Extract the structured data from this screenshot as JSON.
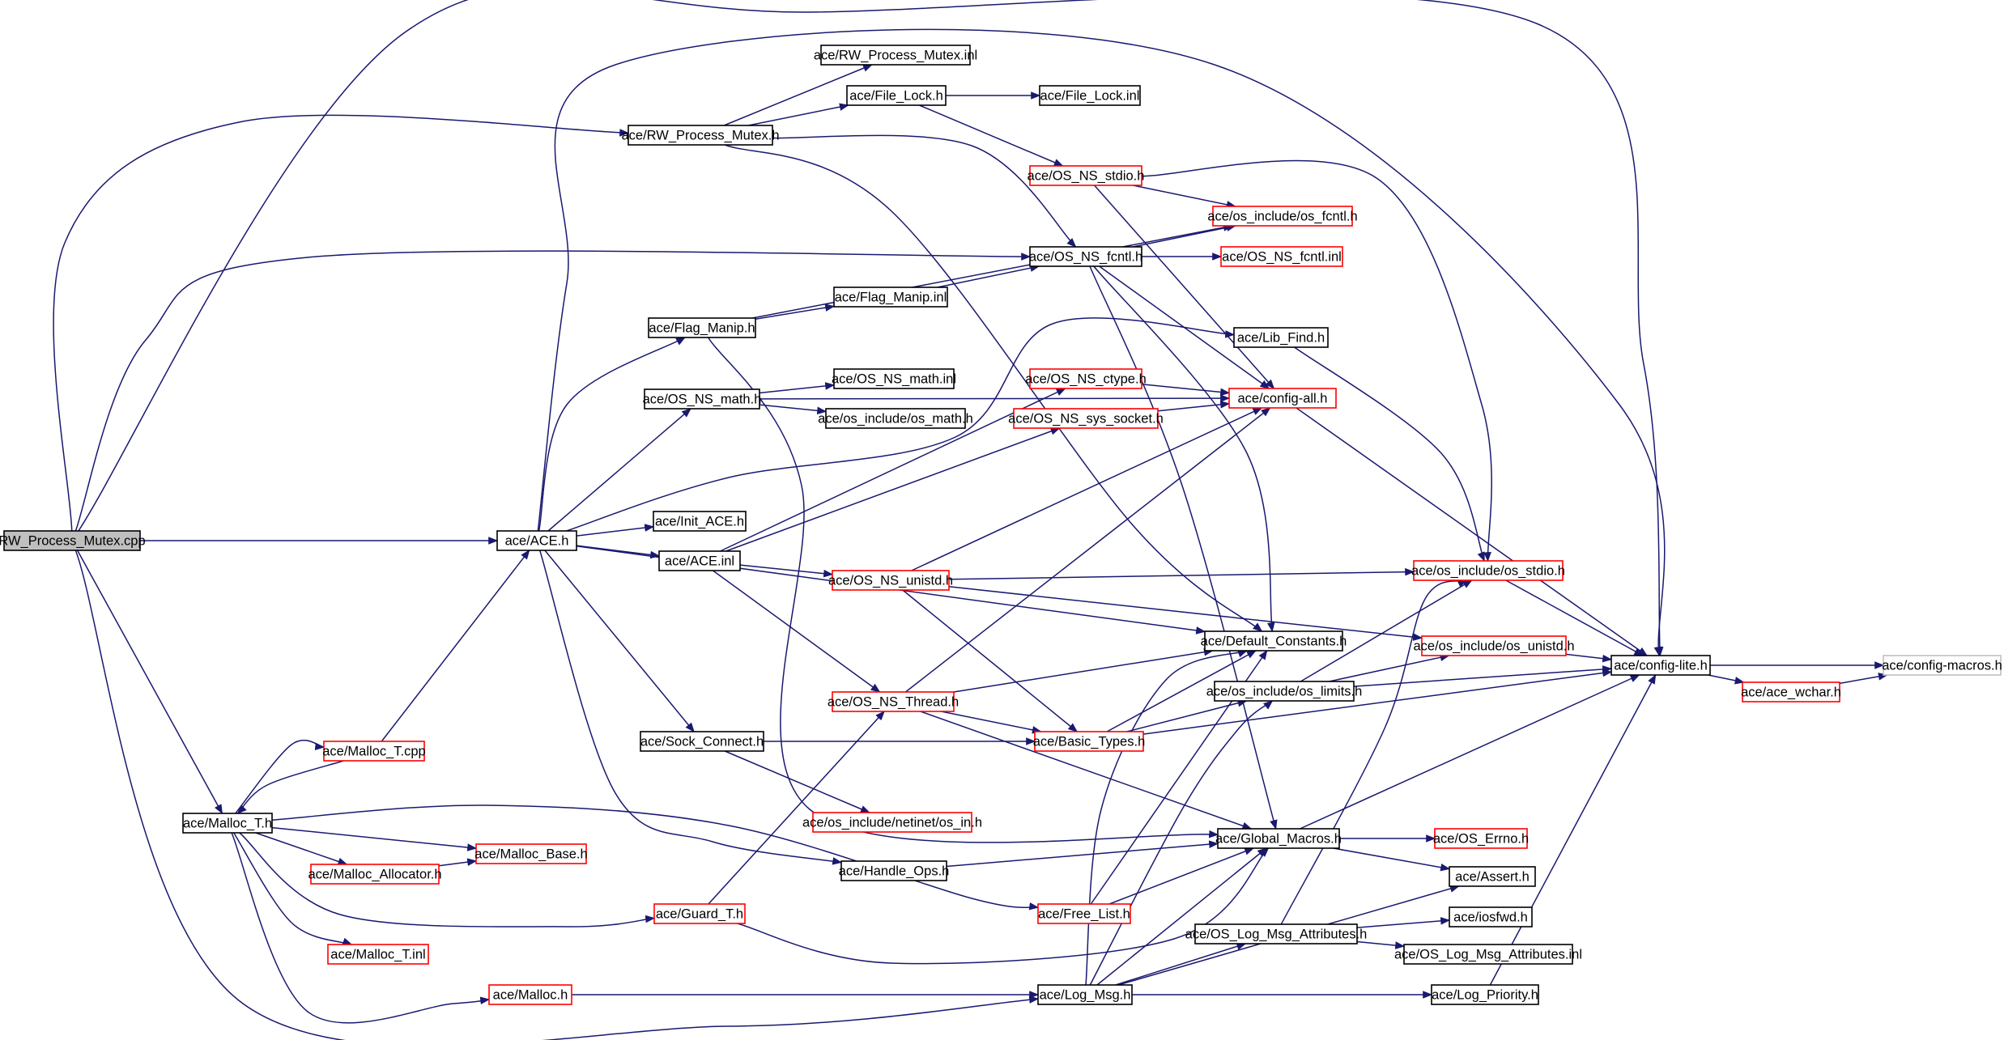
{
  "colors": {
    "edge": "#191970",
    "border_default": "#000000",
    "border_incomplete": "#ff0000",
    "border_external": "#bfbfbf",
    "root_fill": "#bfbfbf",
    "node_fill": "#ffffff"
  },
  "nodes": [
    {
      "id": "root",
      "label": "RW_Process_Mutex.cpp",
      "kind": "root"
    },
    {
      "id": "rwpm_h",
      "label": "ace/RW_Process_Mutex.h",
      "kind": "default"
    },
    {
      "id": "rwpm_inl",
      "label": "ace/RW_Process_Mutex.inl",
      "kind": "default"
    },
    {
      "id": "filelock_h",
      "label": "ace/File_Lock.h",
      "kind": "default"
    },
    {
      "id": "filelock_inl",
      "label": "ace/File_Lock.inl",
      "kind": "default"
    },
    {
      "id": "ns_stdio_h",
      "label": "ace/OS_NS_stdio.h",
      "kind": "incomplete"
    },
    {
      "id": "inc_fcntl_h",
      "label": "ace/os_include/os_fcntl.h",
      "kind": "incomplete"
    },
    {
      "id": "ns_fcntl_h",
      "label": "ace/OS_NS_fcntl.h",
      "kind": "default"
    },
    {
      "id": "ns_fcntl_inl",
      "label": "ace/OS_NS_fcntl.inl",
      "kind": "incomplete"
    },
    {
      "id": "flagmanip_inl",
      "label": "ace/Flag_Manip.inl",
      "kind": "default"
    },
    {
      "id": "flagmanip_h",
      "label": "ace/Flag_Manip.h",
      "kind": "default"
    },
    {
      "id": "libfind_h",
      "label": "ace/Lib_Find.h",
      "kind": "default"
    },
    {
      "id": "ns_math_inl",
      "label": "ace/OS_NS_math.inl",
      "kind": "default"
    },
    {
      "id": "ns_ctype_h",
      "label": "ace/OS_NS_ctype.h",
      "kind": "incomplete"
    },
    {
      "id": "ns_math_h",
      "label": "ace/OS_NS_math.h",
      "kind": "default"
    },
    {
      "id": "configall_h",
      "label": "ace/config-all.h",
      "kind": "incomplete"
    },
    {
      "id": "inc_math_h",
      "label": "ace/os_include/os_math.h",
      "kind": "default"
    },
    {
      "id": "ns_syssocket_h",
      "label": "ace/OS_NS_sys_socket.h",
      "kind": "incomplete"
    },
    {
      "id": "initace_h",
      "label": "ace/Init_ACE.h",
      "kind": "default"
    },
    {
      "id": "ace_h",
      "label": "ace/ACE.h",
      "kind": "default"
    },
    {
      "id": "ace_inl",
      "label": "ace/ACE.inl",
      "kind": "default"
    },
    {
      "id": "inc_stdio_h",
      "label": "ace/os_include/os_stdio.h",
      "kind": "incomplete"
    },
    {
      "id": "ns_unistd_h",
      "label": "ace/OS_NS_unistd.h",
      "kind": "incomplete"
    },
    {
      "id": "defconst_h",
      "label": "ace/Default_Constants.h",
      "kind": "default"
    },
    {
      "id": "inc_unistd_h",
      "label": "ace/os_include/os_unistd.h",
      "kind": "incomplete"
    },
    {
      "id": "configlite_h",
      "label": "ace/config-lite.h",
      "kind": "default"
    },
    {
      "id": "configmacros_h",
      "label": "ace/config-macros.h",
      "kind": "external"
    },
    {
      "id": "inc_limits_h",
      "label": "ace/os_include/os_limits.h",
      "kind": "default"
    },
    {
      "id": "acewchar_h",
      "label": "ace/ace_wchar.h",
      "kind": "incomplete"
    },
    {
      "id": "ns_thread_h",
      "label": "ace/OS_NS_Thread.h",
      "kind": "incomplete"
    },
    {
      "id": "sockconnect_h",
      "label": "ace/Sock_Connect.h",
      "kind": "default"
    },
    {
      "id": "basictypes_h",
      "label": "ace/Basic_Types.h",
      "kind": "incomplete"
    },
    {
      "id": "malloct_cpp",
      "label": "ace/Malloc_T.cpp",
      "kind": "incomplete"
    },
    {
      "id": "inc_netinet_h",
      "label": "ace/os_include/netinet/os_in.h",
      "kind": "incomplete"
    },
    {
      "id": "malloct_h",
      "label": "ace/Malloc_T.h",
      "kind": "default"
    },
    {
      "id": "globalmacros_h",
      "label": "ace/Global_Macros.h",
      "kind": "default"
    },
    {
      "id": "oserrno_h",
      "label": "ace/OS_Errno.h",
      "kind": "incomplete"
    },
    {
      "id": "mallocbase_h",
      "label": "ace/Malloc_Base.h",
      "kind": "incomplete"
    },
    {
      "id": "mallocalloc_h",
      "label": "ace/Malloc_Allocator.h",
      "kind": "incomplete"
    },
    {
      "id": "handleops_h",
      "label": "ace/Handle_Ops.h",
      "kind": "default"
    },
    {
      "id": "assert_h",
      "label": "ace/Assert.h",
      "kind": "default"
    },
    {
      "id": "guardt_h",
      "label": "ace/Guard_T.h",
      "kind": "incomplete"
    },
    {
      "id": "freelist_h",
      "label": "ace/Free_List.h",
      "kind": "incomplete"
    },
    {
      "id": "iosfwd_h",
      "label": "ace/iosfwd.h",
      "kind": "default"
    },
    {
      "id": "logmsgattr_h",
      "label": "ace/OS_Log_Msg_Attributes.h",
      "kind": "default"
    },
    {
      "id": "malloct_inl",
      "label": "ace/Malloc_T.inl",
      "kind": "incomplete"
    },
    {
      "id": "logmsgattr_inl",
      "label": "ace/OS_Log_Msg_Attributes.inl",
      "kind": "default"
    },
    {
      "id": "malloc_h",
      "label": "ace/Malloc.h",
      "kind": "incomplete"
    },
    {
      "id": "logmsg_h",
      "label": "ace/Log_Msg.h",
      "kind": "default"
    },
    {
      "id": "logpriority_h",
      "label": "ace/Log_Priority.h",
      "kind": "default"
    }
  ],
  "edges": [
    {
      "from": "root",
      "to": "rwpm_h"
    },
    {
      "from": "root",
      "to": "configlite_h"
    },
    {
      "from": "root",
      "to": "ns_fcntl_h"
    },
    {
      "from": "root",
      "to": "ace_h"
    },
    {
      "from": "root",
      "to": "malloct_h"
    },
    {
      "from": "root",
      "to": "logmsg_h"
    },
    {
      "from": "rwpm_h",
      "to": "rwpm_inl"
    },
    {
      "from": "rwpm_h",
      "to": "filelock_h"
    },
    {
      "from": "rwpm_h",
      "to": "ns_fcntl_h"
    },
    {
      "from": "rwpm_h",
      "to": "defconst_h"
    },
    {
      "from": "filelock_h",
      "to": "filelock_inl"
    },
    {
      "from": "filelock_h",
      "to": "ns_stdio_h"
    },
    {
      "from": "ns_stdio_h",
      "to": "inc_fcntl_h"
    },
    {
      "from": "ns_stdio_h",
      "to": "configall_h"
    },
    {
      "from": "ns_stdio_h",
      "to": "inc_stdio_h"
    },
    {
      "from": "ns_fcntl_h",
      "to": "inc_fcntl_h"
    },
    {
      "from": "ns_fcntl_h",
      "to": "ns_fcntl_inl"
    },
    {
      "from": "ns_fcntl_h",
      "to": "configall_h"
    },
    {
      "from": "ns_fcntl_h",
      "to": "defconst_h"
    },
    {
      "from": "ns_fcntl_h",
      "to": "globalmacros_h"
    },
    {
      "from": "flagmanip_h",
      "to": "inc_fcntl_h"
    },
    {
      "from": "flagmanip_h",
      "to": "flagmanip_inl"
    },
    {
      "from": "flagmanip_h",
      "to": "globalmacros_h"
    },
    {
      "from": "flagmanip_inl",
      "to": "ns_fcntl_h"
    },
    {
      "from": "ns_math_h",
      "to": "ns_math_inl"
    },
    {
      "from": "ns_math_h",
      "to": "inc_math_h"
    },
    {
      "from": "ns_math_h",
      "to": "configall_h"
    },
    {
      "from": "ns_ctype_h",
      "to": "configall_h"
    },
    {
      "from": "ns_syssocket_h",
      "to": "configall_h"
    },
    {
      "from": "configall_h",
      "to": "configlite_h"
    },
    {
      "from": "libfind_h",
      "to": "inc_stdio_h"
    },
    {
      "from": "ace_h",
      "to": "flagmanip_h"
    },
    {
      "from": "ace_h",
      "to": "ns_math_h"
    },
    {
      "from": "ace_h",
      "to": "libfind_h"
    },
    {
      "from": "ace_h",
      "to": "configlite_h"
    },
    {
      "from": "ace_h",
      "to": "initace_h"
    },
    {
      "from": "ace_h",
      "to": "ace_inl"
    },
    {
      "from": "ace_h",
      "to": "defconst_h"
    },
    {
      "from": "ace_h",
      "to": "sockconnect_h"
    },
    {
      "from": "ace_h",
      "to": "handleops_h"
    },
    {
      "from": "ace_inl",
      "to": "ns_ctype_h"
    },
    {
      "from": "ace_inl",
      "to": "ns_syssocket_h"
    },
    {
      "from": "ace_inl",
      "to": "ns_unistd_h"
    },
    {
      "from": "ace_inl",
      "to": "ns_thread_h"
    },
    {
      "from": "ns_unistd_h",
      "to": "configall_h"
    },
    {
      "from": "ns_unistd_h",
      "to": "inc_stdio_h"
    },
    {
      "from": "ns_unistd_h",
      "to": "inc_unistd_h"
    },
    {
      "from": "ns_unistd_h",
      "to": "basictypes_h"
    },
    {
      "from": "inc_stdio_h",
      "to": "configlite_h"
    },
    {
      "from": "inc_unistd_h",
      "to": "configlite_h"
    },
    {
      "from": "configlite_h",
      "to": "configmacros_h"
    },
    {
      "from": "configlite_h",
      "to": "acewchar_h"
    },
    {
      "from": "acewchar_h",
      "to": "configmacros_h"
    },
    {
      "from": "inc_limits_h",
      "to": "configlite_h"
    },
    {
      "from": "inc_limits_h",
      "to": "inc_unistd_h"
    },
    {
      "from": "inc_limits_h",
      "to": "inc_stdio_h"
    },
    {
      "from": "ns_thread_h",
      "to": "configall_h"
    },
    {
      "from": "ns_thread_h",
      "to": "defconst_h"
    },
    {
      "from": "ns_thread_h",
      "to": "basictypes_h"
    },
    {
      "from": "ns_thread_h",
      "to": "globalmacros_h"
    },
    {
      "from": "sockconnect_h",
      "to": "basictypes_h"
    },
    {
      "from": "sockconnect_h",
      "to": "inc_netinet_h"
    },
    {
      "from": "basictypes_h",
      "to": "inc_limits_h"
    },
    {
      "from": "basictypes_h",
      "to": "configlite_h"
    },
    {
      "from": "basictypes_h",
      "to": "defconst_h"
    },
    {
      "from": "malloct_h",
      "to": "malloct_cpp"
    },
    {
      "from": "malloct_cpp",
      "to": "ace_h"
    },
    {
      "from": "malloct_cpp",
      "to": "malloct_h"
    },
    {
      "from": "malloct_h",
      "to": "mallocbase_h"
    },
    {
      "from": "malloct_h",
      "to": "mallocalloc_h"
    },
    {
      "from": "malloct_h",
      "to": "freelist_h"
    },
    {
      "from": "malloct_h",
      "to": "guardt_h"
    },
    {
      "from": "malloct_h",
      "to": "malloct_inl"
    },
    {
      "from": "malloct_h",
      "to": "malloc_h"
    },
    {
      "from": "mallocalloc_h",
      "to": "mallocbase_h"
    },
    {
      "from": "globalmacros_h",
      "to": "configlite_h"
    },
    {
      "from": "globalmacros_h",
      "to": "oserrno_h"
    },
    {
      "from": "globalmacros_h",
      "to": "assert_h"
    },
    {
      "from": "handleops_h",
      "to": "globalmacros_h"
    },
    {
      "from": "guardt_h",
      "to": "ns_thread_h"
    },
    {
      "from": "guardt_h",
      "to": "globalmacros_h"
    },
    {
      "from": "freelist_h",
      "to": "globalmacros_h"
    },
    {
      "from": "freelist_h",
      "to": "defconst_h"
    },
    {
      "from": "malloc_h",
      "to": "logmsg_h"
    },
    {
      "from": "logmsg_h",
      "to": "logmsgattr_h"
    },
    {
      "from": "logmsg_h",
      "to": "logpriority_h"
    },
    {
      "from": "logmsg_h",
      "to": "globalmacros_h"
    },
    {
      "from": "logmsg_h",
      "to": "assert_h"
    },
    {
      "from": "logmsg_h",
      "to": "defconst_h"
    },
    {
      "from": "logmsg_h",
      "to": "inc_limits_h"
    },
    {
      "from": "logmsgattr_h",
      "to": "iosfwd_h"
    },
    {
      "from": "logmsgattr_h",
      "to": "logmsgattr_inl"
    },
    {
      "from": "logmsgattr_h",
      "to": "inc_stdio_h"
    },
    {
      "from": "logpriority_h",
      "to": "configlite_h"
    }
  ]
}
